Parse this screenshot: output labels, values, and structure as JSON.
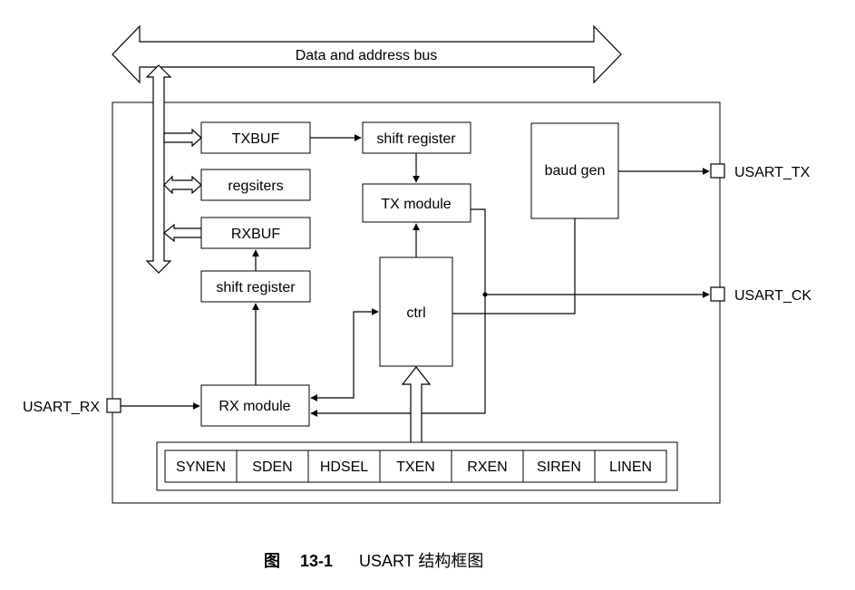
{
  "bus": {
    "label": "Data and address bus"
  },
  "blocks": {
    "txbuf": "TXBUF",
    "registers": "regsiters",
    "rxbuf": "RXBUF",
    "rx_shift_register": "shift register",
    "tx_shift_register": "shift register",
    "tx_module": "TX module",
    "ctrl": "ctrl",
    "baud_gen": "baud gen",
    "rx_module": "RX module"
  },
  "pins": {
    "tx": "USART_TX",
    "ck": "USART_CK",
    "rx": "USART_RX"
  },
  "control_bits": [
    "SYNEN",
    "SDEN",
    "HDSEL",
    "TXEN",
    "RXEN",
    "SIREN",
    "LINEN"
  ],
  "caption": {
    "figure": "图",
    "number": "13-1",
    "title": "USART 结构框图"
  }
}
